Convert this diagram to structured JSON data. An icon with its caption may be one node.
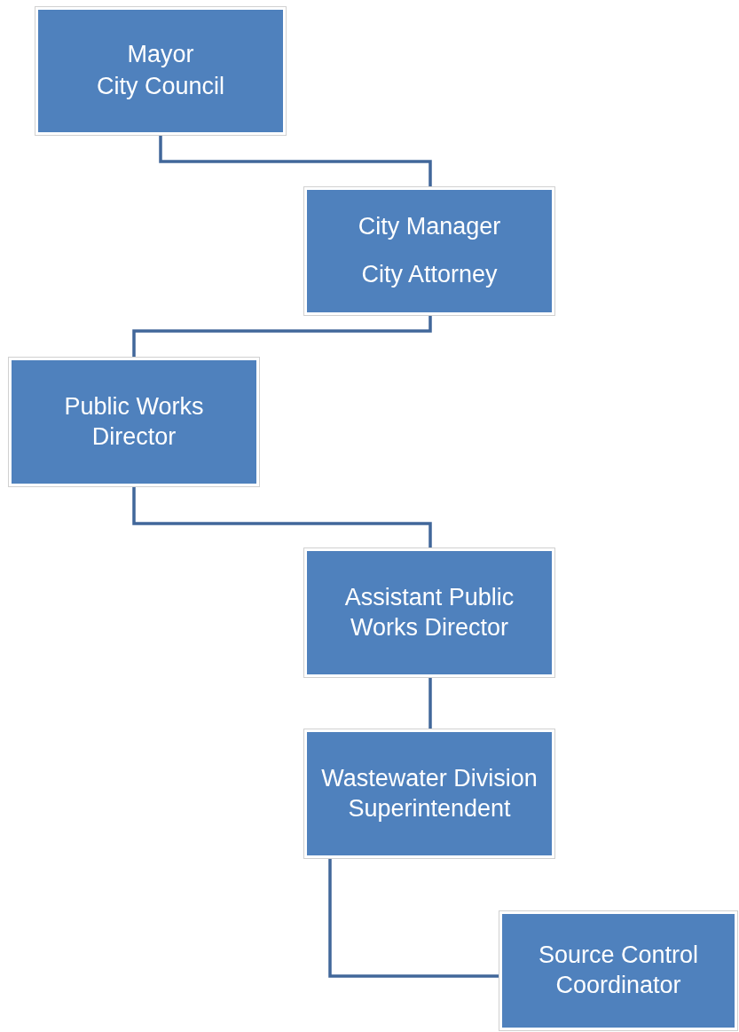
{
  "diagram": {
    "nodes": [
      {
        "text": [
          "Mayor",
          "City Council"
        ]
      },
      {
        "text": [
          "City Manager",
          "City Attorney"
        ]
      },
      {
        "text": [
          "Public Works Director"
        ]
      },
      {
        "text": [
          "Assistant Public Works Director"
        ]
      },
      {
        "text": [
          "Wastewater Division Superintendent"
        ]
      },
      {
        "text": [
          "Source Control Coordinator"
        ]
      }
    ],
    "edges": [
      {
        "from": 0,
        "to": 1,
        "arrow": "none"
      },
      {
        "from": 1,
        "to": 2,
        "arrow": "none"
      },
      {
        "from": 2,
        "to": 3,
        "arrow": "none"
      },
      {
        "from": 3,
        "to": 4,
        "arrow": "none"
      },
      {
        "from": 4,
        "to": 5,
        "arrow": "none"
      }
    ]
  }
}
